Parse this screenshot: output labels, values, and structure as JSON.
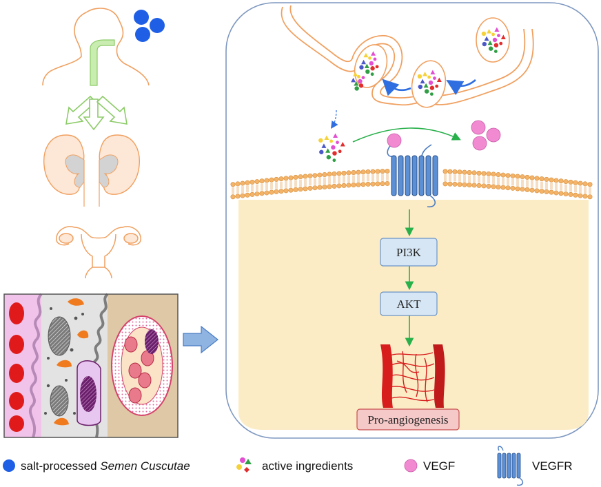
{
  "pathway": {
    "step1": "PI3K",
    "step2": "AKT",
    "outcome": "Pro-angiogenesis"
  },
  "legend": {
    "item1_prefix": "salt-processed ",
    "item1_italic": "Semen Cuscutae",
    "item2": "active ingredients",
    "item3": "VEGF",
    "item4": "VEGFR"
  },
  "colors": {
    "drug_blue": "#1f5fe6",
    "vegf_pink": "#f28ad2",
    "organ_outline": "#f0a060",
    "arrow_green": "#28b04a",
    "arrow_blue": "#2f6ee0",
    "receptor_blue": "#5b8fd6",
    "box_fill": "#d6e6f4",
    "outcome_fill": "#f6c9c9",
    "cell_fill": "#fbecc6",
    "vessel_red": "#d81d1d"
  },
  "icons": [
    "human-figure-icon",
    "kidney-icon",
    "uterus-icon",
    "tissue-section-icon",
    "blood-vessel-icon",
    "vegfr-receptor-icon"
  ]
}
